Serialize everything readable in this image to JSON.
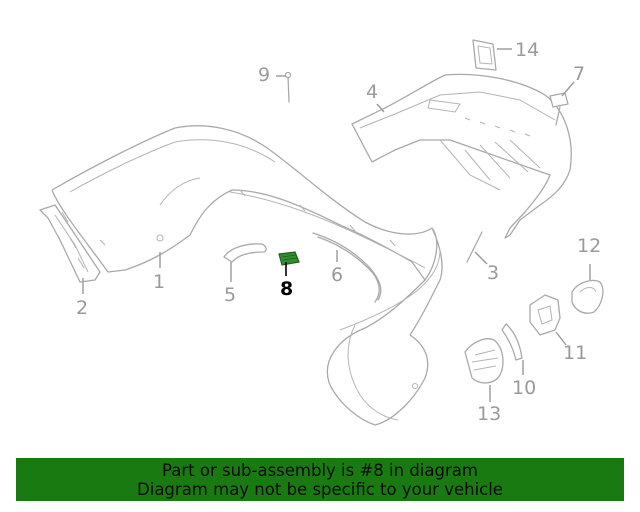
{
  "diagram": {
    "highlight_color": "#2f8f2f",
    "callouts": [
      "1",
      "2",
      "3",
      "4",
      "5",
      "6",
      "7",
      "8",
      "9",
      "10",
      "11",
      "12",
      "13",
      "14"
    ],
    "highlighted_callout": "8"
  },
  "banner": {
    "line1": "Part or sub-assembly is #8 in diagram",
    "line2": "Diagram may not be specific to your vehicle",
    "background": "#1a7a12"
  }
}
